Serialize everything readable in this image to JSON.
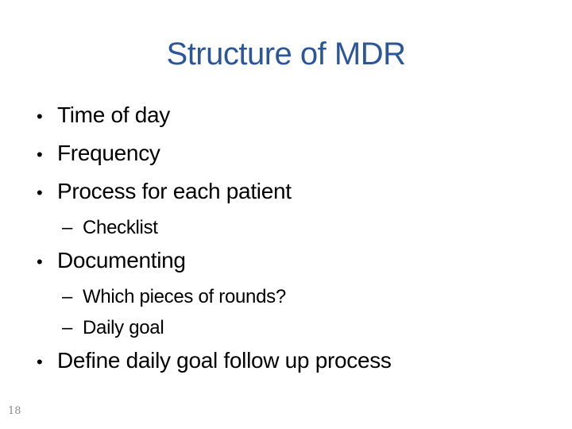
{
  "slide": {
    "title": "Structure of MDR",
    "page_number": "18",
    "colors": {
      "title": "#2b579a",
      "body": "#000000",
      "page_number": "#8a8a8a",
      "background": "#ffffff"
    },
    "bullet_markers": {
      "level1": "•",
      "level2": "–"
    },
    "bullets": [
      {
        "level": 1,
        "text": "Time of day"
      },
      {
        "level": 1,
        "text": "Frequency"
      },
      {
        "level": 1,
        "text": "Process for each patient"
      },
      {
        "level": 2,
        "text": "Checklist"
      },
      {
        "level": 1,
        "text": "Documenting"
      },
      {
        "level": 2,
        "text": "Which pieces of rounds?"
      },
      {
        "level": 2,
        "text": "Daily goal"
      },
      {
        "level": 1,
        "text": "Define daily goal follow up process"
      }
    ]
  }
}
